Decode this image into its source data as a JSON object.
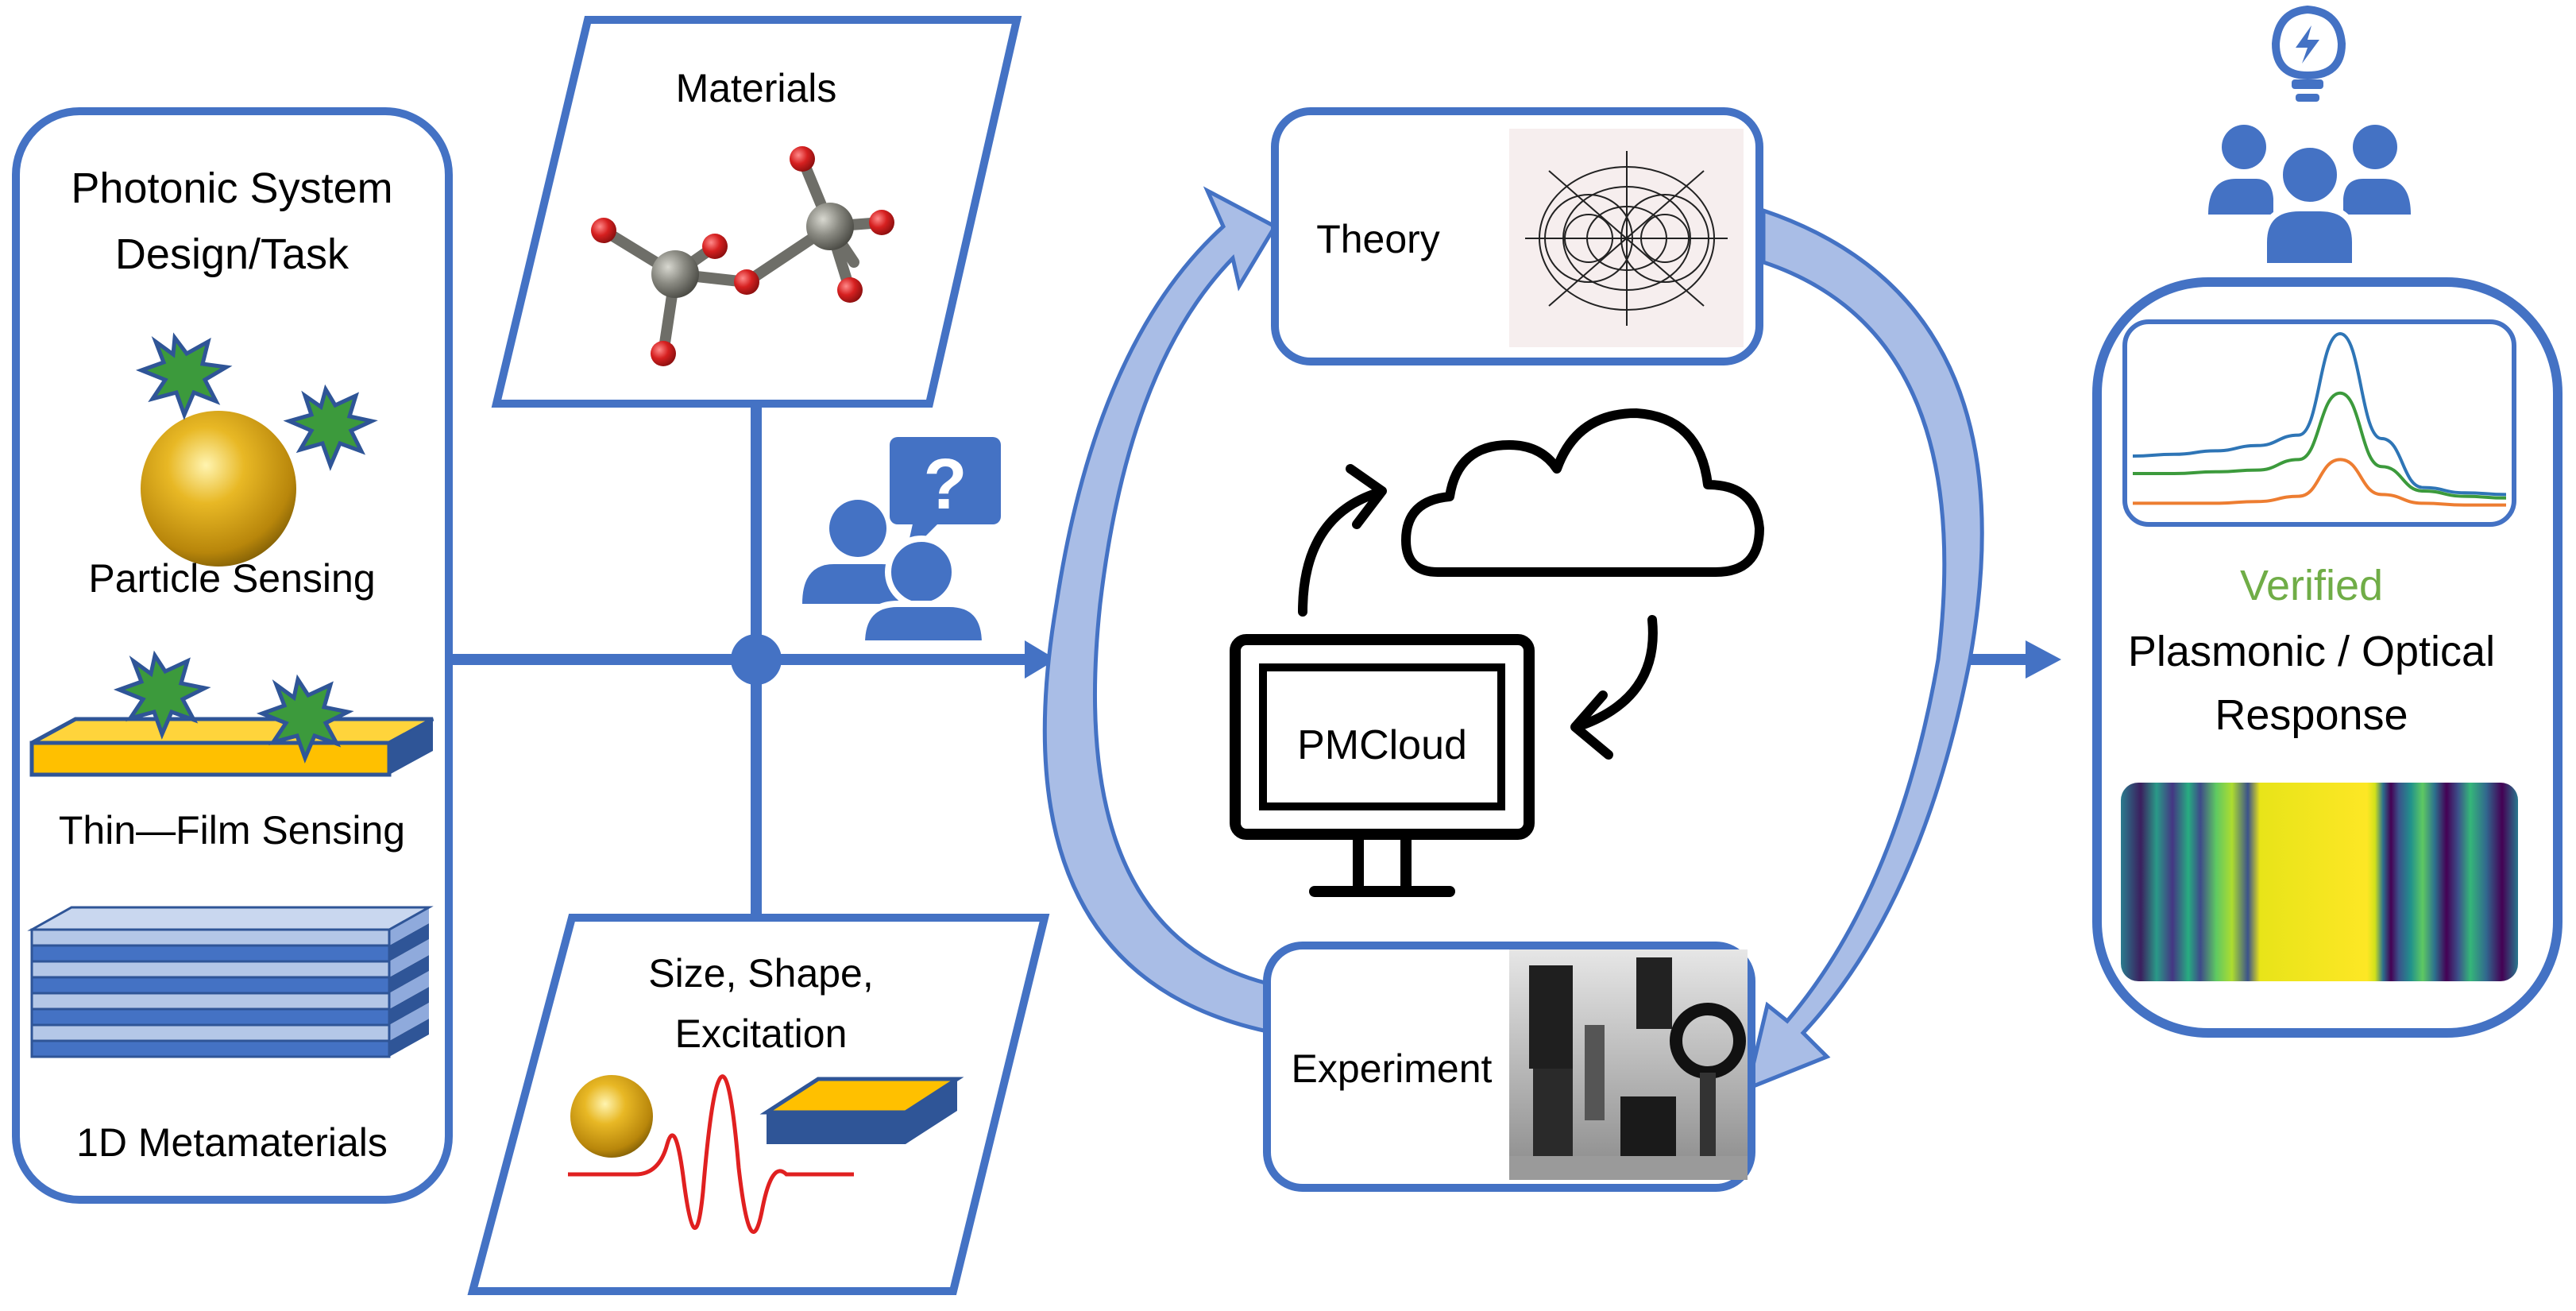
{
  "left_panel": {
    "title_line1": "Photonic System",
    "title_line2": "Design/Task",
    "item1": "Particle Sensing",
    "item2": "Thin—Film Sensing",
    "item3": "1D Metamaterials"
  },
  "materials_label": "Materials",
  "params": {
    "line1": "Size, Shape,",
    "line2": "Excitation"
  },
  "theory_label": "Theory",
  "experiment_label": "Experiment",
  "pmcloud_label": "PMCloud",
  "right_panel": {
    "verified": "Verified",
    "line1": "Plasmonic / Optical",
    "line2": "Response"
  },
  "icons": {
    "question": "?",
    "users_question": "users-question-icon",
    "team_idea": "team-idea-icon",
    "cloud": "cloud-icon",
    "monitor": "monitor-icon"
  },
  "colors": {
    "primary_blue": "#4472C4",
    "light_blue": "#A9BDE6",
    "gold": "#D4A017",
    "star_green": "#3C9A3C",
    "verified_green": "#70AD47",
    "atom_red": "#D62020",
    "atom_grey": "#808078"
  },
  "spectrum_chart": {
    "series": [
      {
        "color": "#2E75B6",
        "values": [
          0.3,
          0.31,
          0.33,
          0.36,
          0.42,
          1.0,
          0.4,
          0.12,
          0.09,
          0.08
        ]
      },
      {
        "color": "#3C9A3C",
        "values": [
          0.2,
          0.2,
          0.21,
          0.22,
          0.28,
          0.66,
          0.24,
          0.1,
          0.07,
          0.06
        ]
      },
      {
        "color": "#ED7D31",
        "values": [
          0.03,
          0.03,
          0.03,
          0.04,
          0.07,
          0.28,
          0.08,
          0.03,
          0.02,
          0.02
        ]
      }
    ]
  }
}
